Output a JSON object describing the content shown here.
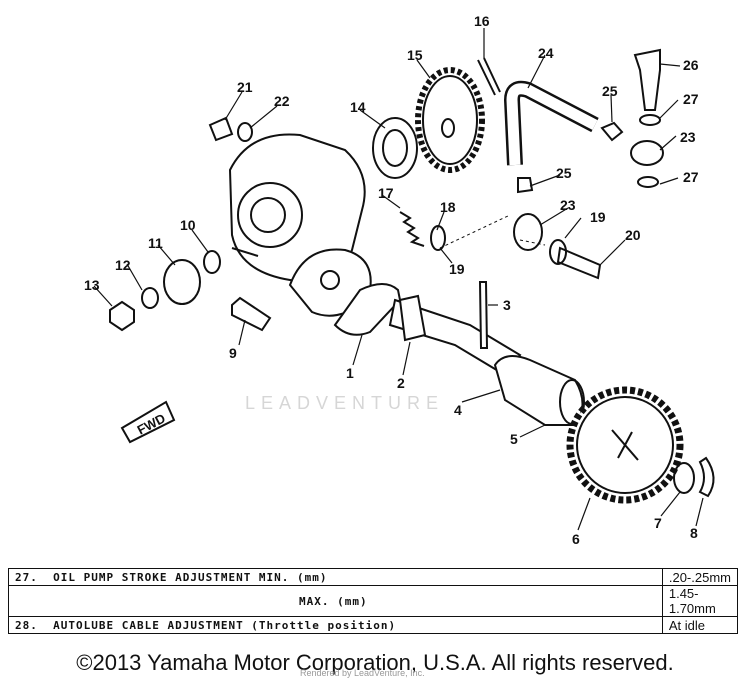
{
  "diagram": {
    "watermark": "LEADVENTURE",
    "watermark_small": "Rendered by LeadVenture, Inc.",
    "fwd_label": "FWD",
    "callouts": [
      "1",
      "2",
      "3",
      "4",
      "5",
      "6",
      "7",
      "8",
      "9",
      "10",
      "11",
      "12",
      "13",
      "14",
      "15",
      "16",
      "17",
      "18",
      "19",
      "20",
      "21",
      "22",
      "23",
      "24",
      "25",
      "26",
      "27"
    ]
  },
  "spec_table": {
    "rows": [
      {
        "num": "27.",
        "label": "OIL PUMP STROKE ADJUSTMENT MIN. (mm)",
        "value": ".20-.25mm"
      },
      {
        "num": "",
        "label": "MAX. (mm)",
        "value": "1.45-1.70mm"
      },
      {
        "num": "28.",
        "label": "AUTOLUBE CABLE ADJUSTMENT (Throttle position)",
        "value": "At idle"
      }
    ]
  },
  "footer": {
    "copyright": "©2013 Yamaha Motor Corporation, U.S.A. All rights reserved."
  }
}
